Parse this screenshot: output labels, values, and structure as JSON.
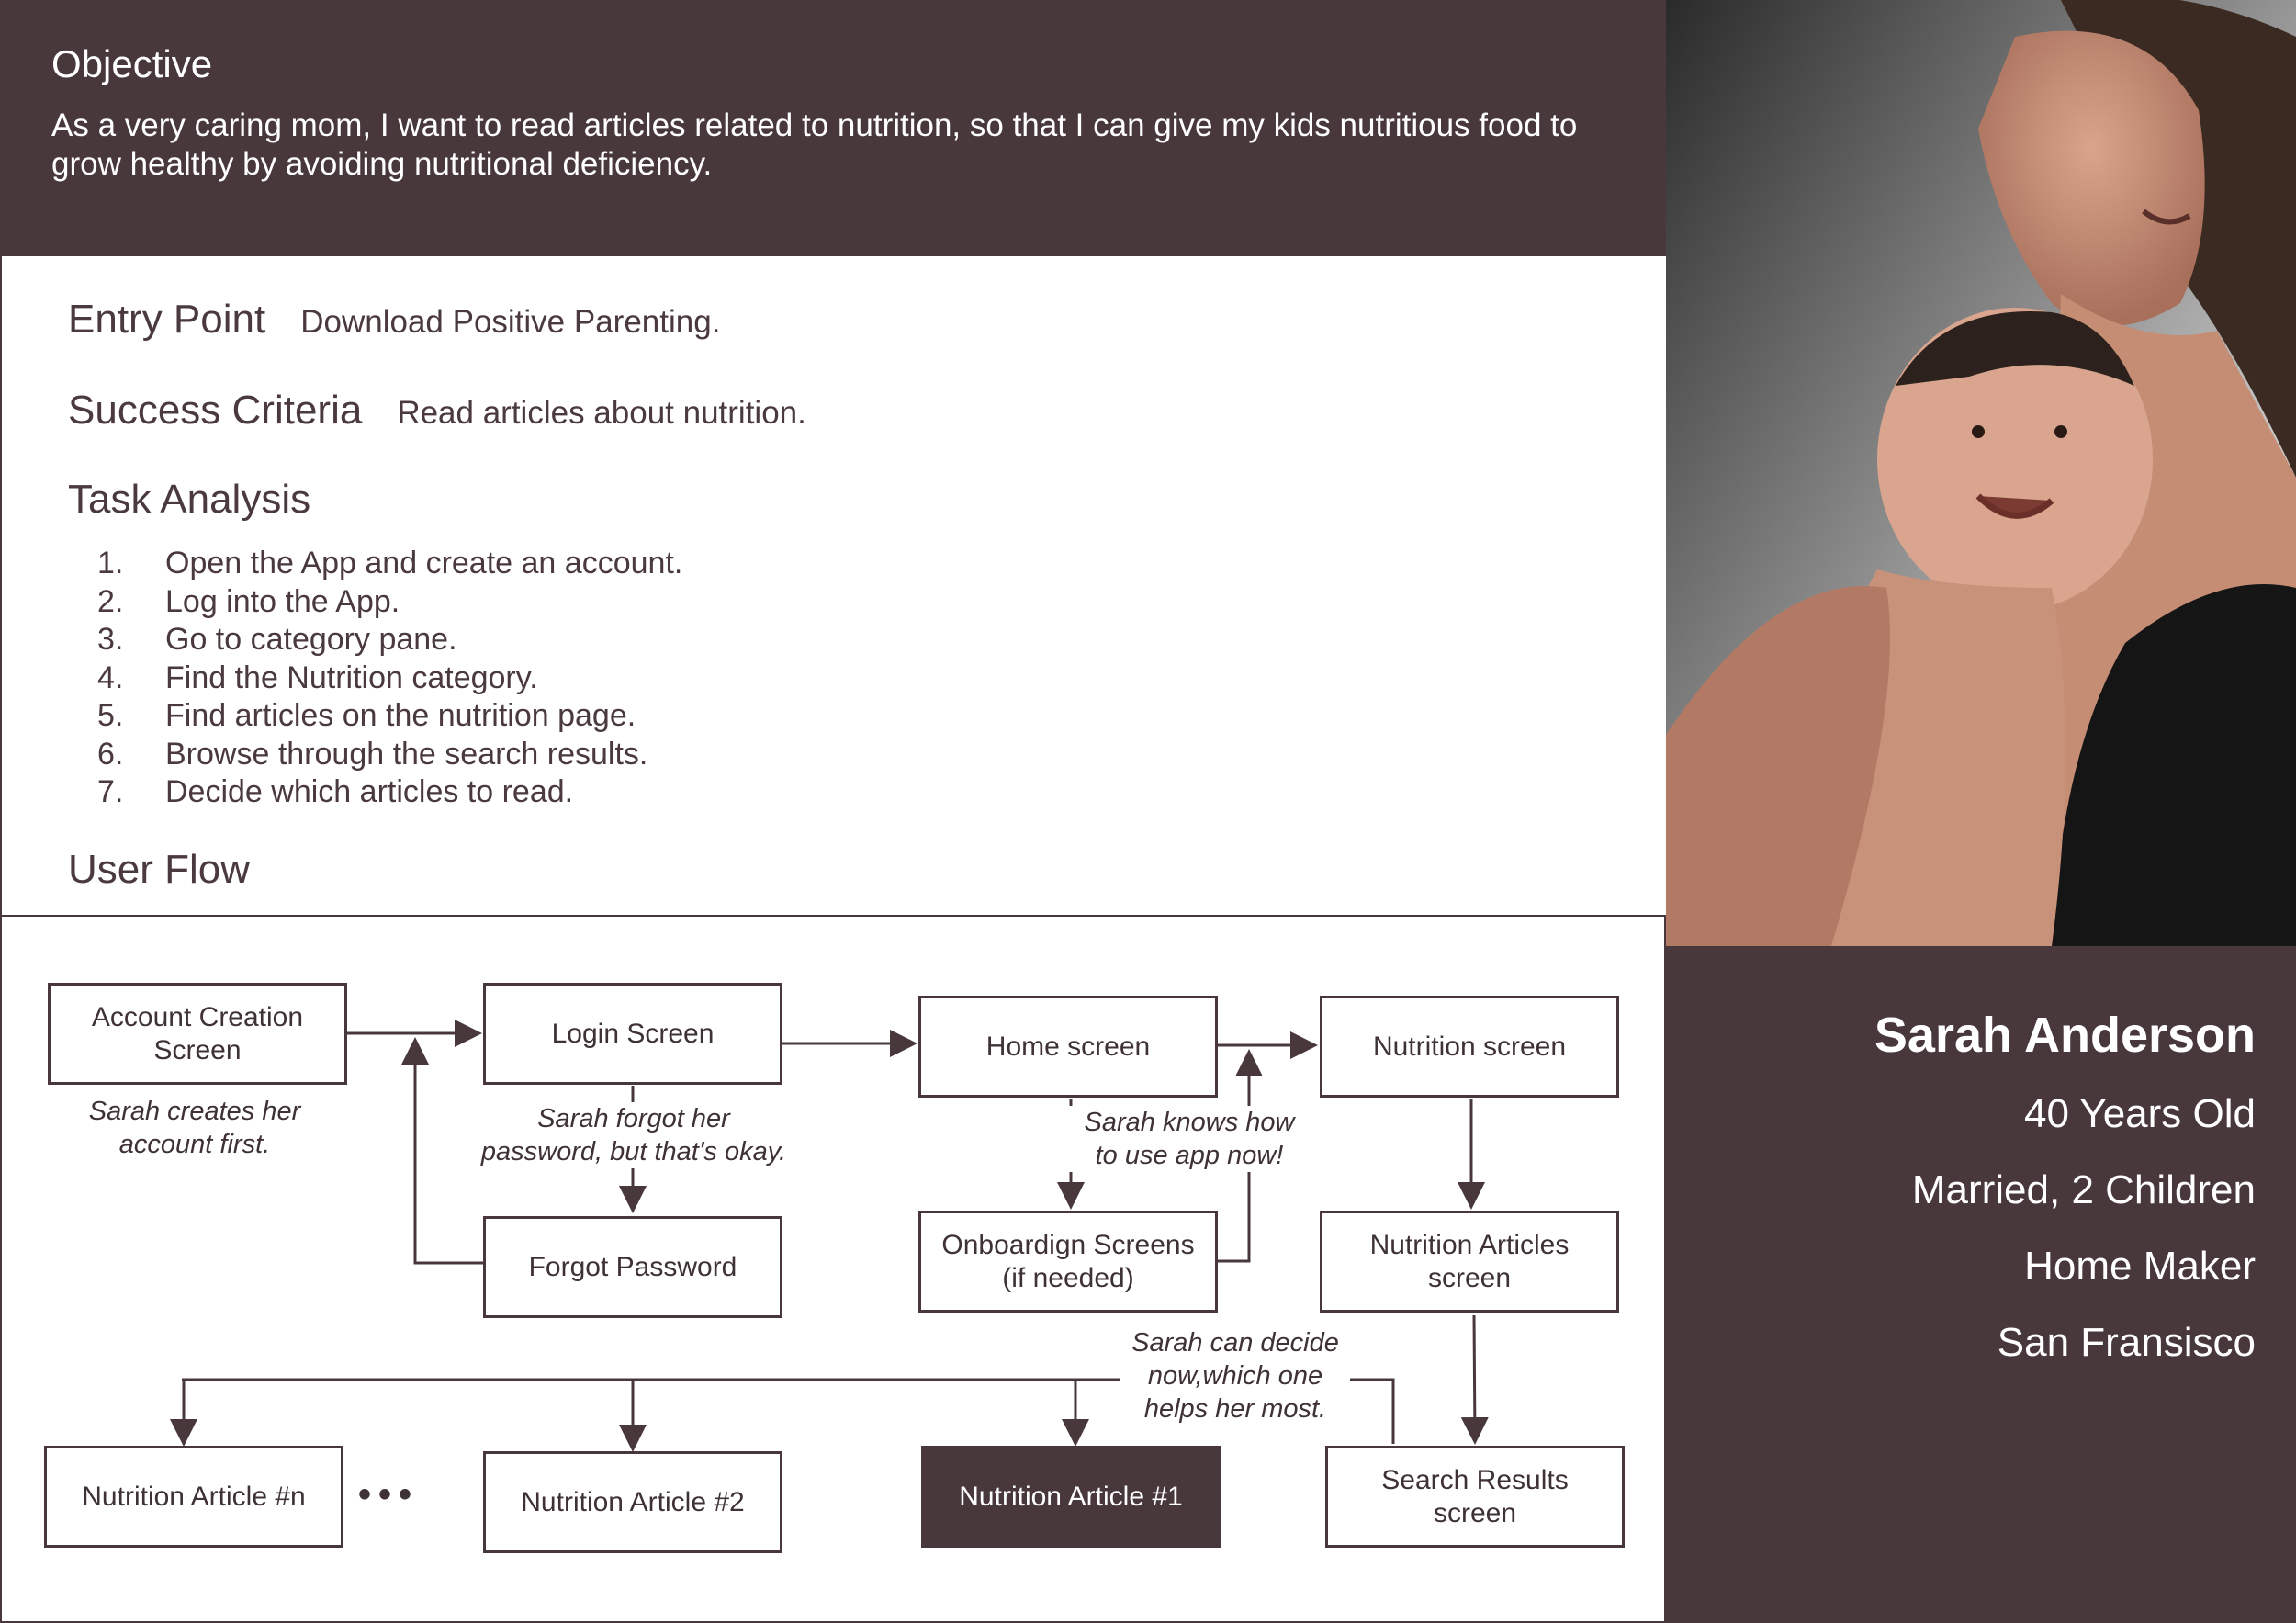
{
  "objective": {
    "title": "Objective",
    "text": "As a very caring mom, I want to read articles related to nutrition, so that I can give my kids nutritious food to grow healthy by avoiding nutritional deficiency."
  },
  "entry_point": {
    "label": "Entry Point",
    "value": "Download Positive Parenting."
  },
  "success_criteria": {
    "label": "Success Criteria",
    "value": "Read articles about nutrition."
  },
  "task_analysis": {
    "title": "Task Analysis",
    "steps": [
      {
        "num": "1.",
        "text": "Open the App and create an account."
      },
      {
        "num": "2.",
        "text": "Log into the App."
      },
      {
        "num": "3.",
        "text": "Go to category pane."
      },
      {
        "num": "4.",
        "text": "Find the Nutrition category."
      },
      {
        "num": "5.",
        "text": "Find articles on the nutrition page."
      },
      {
        "num": "6.",
        "text": "Browse through the search results."
      },
      {
        "num": "7.",
        "text": "Decide which articles to read."
      }
    ]
  },
  "user_flow": {
    "title": "User Flow",
    "nodes": {
      "account_creation": "Account Creation\nScreen",
      "login": "Login Screen",
      "home": "Home screen",
      "nutrition": "Nutrition screen",
      "forgot_password": "Forgot Password",
      "onboarding": "Onboardign Screens\n(if needed)",
      "nutrition_articles": "Nutrition Articles\nscreen",
      "article_n": "Nutrition Article #n",
      "article_2": "Nutrition Article #2",
      "article_1": "Nutrition Article #1",
      "search_results": "Search Results\nscreen"
    },
    "annotations": {
      "creates_account": "Sarah creates her\naccount first.",
      "forgot_password": "Sarah forgot her\npassword, but that's okay.",
      "knows_app": "Sarah knows how\nto use app now!",
      "decide": "Sarah can decide\nnow,which one\nhelps her most."
    },
    "ellipsis": "•••"
  },
  "profile": {
    "name": "Sarah Anderson",
    "age": "40 Years Old",
    "status": "Married, 2 Children",
    "occupation": "Home Maker",
    "city": "San Fransisco"
  },
  "colors": {
    "dark": "#48383c",
    "text": "#4a393e",
    "white": "#ffffff"
  }
}
